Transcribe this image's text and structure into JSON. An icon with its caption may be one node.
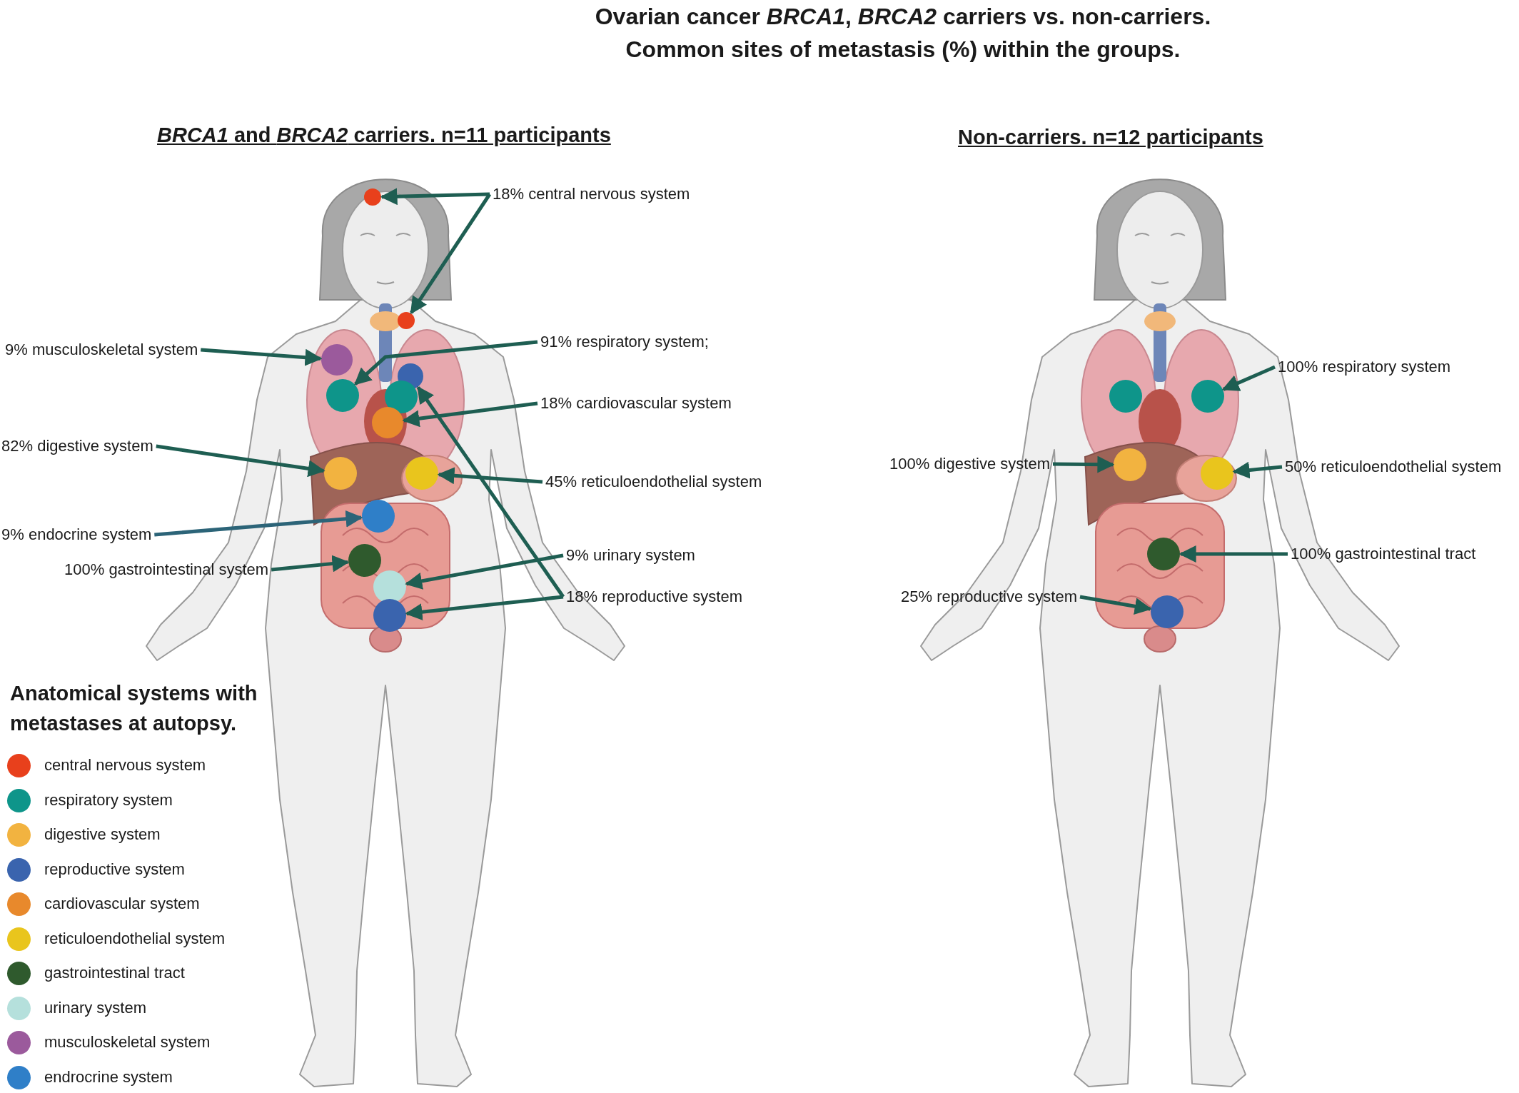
{
  "diagram": {
    "title": "Ovarian cancer *BRCA1*, *BRCA2* carriers vs. non-carriers. Common sites of metastasis (%) within the groups.",
    "nodes": [
      {
        "text": [
          "18% central nervous system"
        ]
      },
      {
        "text": [
          "9% musculoskeletal system"
        ]
      },
      {
        "text": [
          "91% respiratory system;"
        ]
      },
      {
        "text": [
          "18% cardiovascular system"
        ]
      },
      {
        "text": [
          "82% digestive system"
        ]
      },
      {
        "text": [
          "45% reticuloendothelial system"
        ]
      },
      {
        "text": [
          "9% endocrine system"
        ]
      },
      {
        "text": [
          "100% gastrointestinal system"
        ]
      },
      {
        "text": [
          "9% urinary system"
        ]
      },
      {
        "text": [
          "18% reproductive system"
        ]
      },
      {
        "text": [],
        "shape": "circle"
      },
      {
        "text": [],
        "shape": "circle"
      },
      {
        "text": [],
        "shape": "circle"
      },
      {
        "text": [],
        "shape": "circle"
      },
      {
        "text": [],
        "shape": "circle"
      },
      {
        "text": [],
        "shape": "circle"
      },
      {
        "text": [],
        "shape": "circle"
      },
      {
        "text": [],
        "shape": "circle"
      },
      {
        "text": [],
        "shape": "circle"
      },
      {
        "text": [],
        "shape": "circle"
      },
      {
        "text": [],
        "shape": "circle"
      },
      {
        "text": [],
        "shape": "circle"
      },
      {
        "text": [],
        "shape": "circle"
      },
      {
        "text": [
          "100% respiratory system"
        ]
      },
      {
        "text": [
          "100% digestive system"
        ]
      },
      {
        "text": [
          "50% reticuloendothelial system"
        ]
      },
      {
        "text": [
          "100% gastrointestinal tract"
        ]
      },
      {
        "text": [
          "25% reproductive system"
        ]
      },
      {
        "text": [],
        "shape": "circle"
      },
      {
        "text": [],
        "shape": "circle"
      },
      {
        "text": [],
        "shape": "circle"
      },
      {
        "text": [],
        "shape": "circle"
      },
      {
        "text": [],
        "shape": "circle"
      },
      {
        "text": [],
        "shape": "circle"
      }
    ],
    "edges": [
      {
        "from": 0,
        "to": 10,
        "arrow": "to"
      },
      {
        "from": 0,
        "to": 11,
        "arrow": "to"
      },
      {
        "from": 1,
        "to": 12,
        "arrow": "to"
      },
      {
        "from": 2,
        "to": 14,
        "arrow": "to"
      },
      {
        "from": 3,
        "to": 16,
        "arrow": "to"
      },
      {
        "from": 4,
        "to": 17,
        "arrow": "to"
      },
      {
        "from": 5,
        "to": 18,
        "arrow": "to"
      },
      {
        "from": 6,
        "to": 19,
        "arrow": "to",
        "color": "#2c6478"
      },
      {
        "from": 7,
        "to": 20,
        "arrow": "to"
      },
      {
        "from": 8,
        "to": 21,
        "arrow": "to"
      },
      {
        "from": 9,
        "to": 22,
        "arrow": "to"
      },
      {
        "from": 9,
        "to": 13,
        "arrow": "to"
      },
      {
        "from": 23,
        "to": 29,
        "arrow": "to"
      },
      {
        "from": 24,
        "to": 30,
        "arrow": "to"
      },
      {
        "from": 25,
        "to": 31,
        "arrow": "to"
      },
      {
        "from": 26,
        "to": 32,
        "arrow": "to"
      },
      {
        "from": 27,
        "to": 33,
        "arrow": "to"
      }
    ],
    "labels": [
      "*BRCA1* and *BRCA2* carriers. n=11 participants",
      "Non-carriers. n=12 participants",
      "Anatomical systems with metastases at autopsy."
    ],
    "legend": [
      {
        "text": "central nervous system",
        "color": "#e8401c"
      },
      {
        "text": "respiratory system",
        "color": "#0e958a"
      },
      {
        "text": "digestive system",
        "color": "#f2b340"
      },
      {
        "text": "reproductive system",
        "color": "#3a64ae"
      },
      {
        "text": "cardiovascular system",
        "color": "#e8892c"
      },
      {
        "text": "reticuloendothelial system",
        "color": "#e9c51d"
      },
      {
        "text": "gastrointestinal tract",
        "color": "#2f5a2d"
      },
      {
        "text": "urinary system",
        "color": "#b5e0dc"
      },
      {
        "text": "musculoskeletal system",
        "color": "#9b5a9c"
      },
      {
        "text": "endrocrine system",
        "color": "#2f7fc8"
      }
    ]
  }
}
